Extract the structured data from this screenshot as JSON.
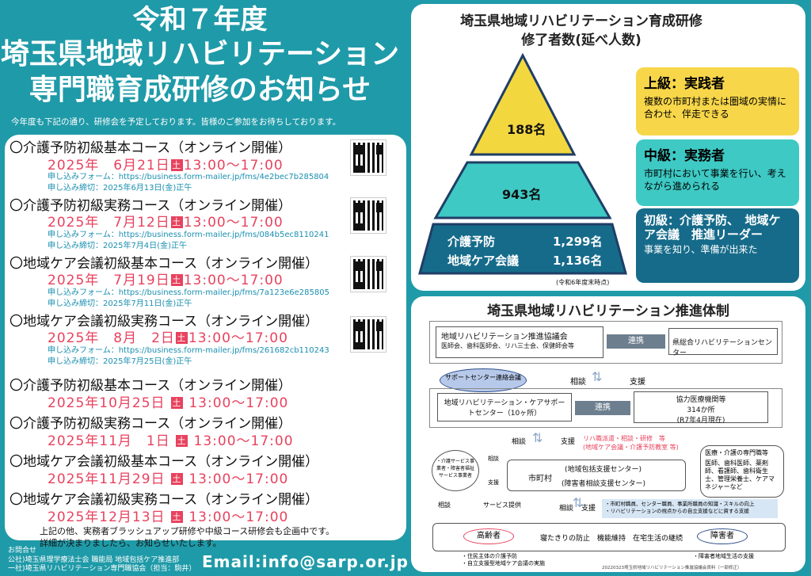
{
  "header": {
    "line1": "令和７年度",
    "line2": "埼玉県地域リハビリテーション",
    "line3": "専門職育成研修のお知らせ",
    "intro": "今年度も下記の通り、研修会を予定しております。皆様のご参加をお待ちしております。"
  },
  "courses": [
    {
      "title": "〇介護予防初級基本コース（オンライン開催）",
      "date": "2025年　6月21日",
      "dow": "土",
      "time": "13:00～17:00",
      "form": "申し込みフォーム：https://business.form-mailer.jp/fms/4e2bec7b285804",
      "due": "申し込み締切：2025年6月13日(金)正午"
    },
    {
      "title": "〇介護予防初級実務コース（オンライン開催）",
      "date": "2025年　7月12日",
      "dow": "土",
      "time": "13:00～17:00",
      "form": "申し込みフォーム：https://business.form-mailer.jp/fms/084b5ec8110241",
      "due": "申し込み締切：2025年7月4日(金)正午"
    },
    {
      "title": "〇地域ケア会議初級基本コース（オンライン開催）",
      "date": "2025年　7月19日",
      "dow": "土",
      "time": "13:00～17:00",
      "form": "申し込みフォーム：https://business.form-mailer.jp/fms/7a123e6e285805",
      "due": "申し込み締切：2025年7月11日(金)正午"
    },
    {
      "title": "〇地域ケア会議初級実務コース（オンライン開催）",
      "date": "2025年　8月　2日",
      "dow": "土",
      "time": "13:00～17:00",
      "form": "申し込みフォーム：https://business.form-mailer.jp/fms/261682cb110243",
      "due": "申し込み締切：2025年7月25日(金)正午"
    },
    {
      "title": "〇介護予防初級基本コース（オンライン開催）",
      "date": "2025年10月25日",
      "dow": "土",
      "time": "13:00～17:00"
    },
    {
      "title": "〇介護予防初級実務コース（オンライン開催）",
      "date": "2025年11月　1日",
      "dow": "土",
      "time": "13:00～17:00"
    },
    {
      "title": "〇地域ケア会議初級基本コース（オンライン開催）",
      "date": "2025年11月29日",
      "dow": "土",
      "time": "13:00～17:00"
    },
    {
      "title": "〇地域ケア会議初級実務コース（オンライン開催）",
      "date": "2025年12月13日",
      "dow": "土",
      "time": "13:00～17:00"
    }
  ],
  "notes": {
    "line1": "上記の他、実務者ブラッシュアップ研修や中級コース研修会も企画中です。",
    "line2": "詳細が決まりましたら、お知らせいたします。"
  },
  "contact": {
    "heading": "お問合せ",
    "org1": "公社)埼玉県理学療法士会 職能局 地域包括ケア推進部",
    "org2": "一社)埼玉県リハビリテーション専門職協会（担当：駒井）",
    "email": "Email:info@sarp.or.jp"
  },
  "pyramid": {
    "title1": "埼玉県地域リハビリテーション育成研修",
    "title2": "修了者数(延べ人数)",
    "top": "188名",
    "middle": "943名",
    "bottom_label1": "介護予防",
    "bottom_value1": "1,299名",
    "bottom_label2": "地域ケア会議",
    "bottom_value2": "1,136名",
    "asof": "(令和6年度末時点)",
    "levels": [
      {
        "head": "上級：実践者",
        "desc": "複数の市町村または圏域の実情に合わせ、伴走できる",
        "color": "#f7d64a"
      },
      {
        "head": "中級：実務者",
        "desc": "市町村において事業を行い、考えながら進められる",
        "color": "#3ec9c4"
      },
      {
        "head": "初級：介護予防、　地域ケア会議　推進リーダー",
        "desc": "事業を知り、準備が出来た",
        "color": "#166b8a"
      }
    ]
  },
  "system": {
    "title": "埼玉県地域リハビリテーション推進体制",
    "council": "地域リハビリテーション推進協議会",
    "council_members": "医師会、歯科医師会、リハ三士会、保健師会等",
    "renkei1": "連携",
    "center": "県総合リハビリテーションセンター",
    "support_meeting": "サポートセンター連絡会議",
    "sodan1": "相談",
    "shien1": "支援",
    "support_center": "地域リハビリテーション・ケアサポートセンター（10ヶ所）",
    "renkei2": "連携",
    "coop": "協力医療機関等",
    "coop_count": "314か所",
    "coop_asof": "(R7年4月現在)",
    "sodan2": "相談",
    "shien2": "支援",
    "dispatch": "リハ職派遣・相談・研修　等",
    "dispatch2": "(地域ケア会議・介護予防教室 等)",
    "service": "・介護サービス事業者・障害者福祉サービス事業者",
    "sodan3": "相談",
    "shien3": "支援",
    "city": "市町村",
    "city_sub1": "(地域包括支援センター)",
    "city_sub2": "(障害者相談支援センター)",
    "pro_head": "医療・介護の専門職等",
    "pros": "医師、歯科医師、薬剤師、看護師、歯科衛生士、管理栄養士、ケアマネジャーなど",
    "sodan4": "相談",
    "service_provide": "サービス提供",
    "sodan5": "相談",
    "shien5": "支援",
    "bullet1": "・市町村職員、センター職員、事業所職員の知識・スキルの向上",
    "bullet2": "・リハビリテーションの視点からの自立支援などに資する支援",
    "elderly": "高齢者",
    "bottom_mid": "寝たきりの防止　機能維持　在宅生活の継続",
    "disabled": "障害者",
    "foot1": "・住民主体の介護予防",
    "foot2": "・自立支援型地域ケア会議の実施",
    "foot3": "・障害者地域生活の支援",
    "foot4": "20220323埼玉県地域リハビリテーション推進協議会資料（一部修正）"
  }
}
